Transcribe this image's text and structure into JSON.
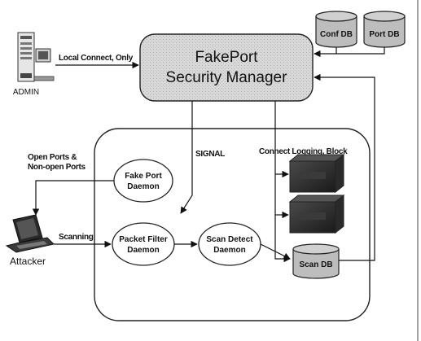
{
  "admin": {
    "label": "ADMIN"
  },
  "attacker": {
    "label": "Attacker"
  },
  "manager": {
    "line1": "FakePort",
    "line2": "Security Manager"
  },
  "databases": {
    "conf": "Conf DB",
    "port": "Port DB",
    "scan": "Scan DB"
  },
  "daemons": {
    "fake_port": {
      "line1": "Fake Port",
      "line2": "Daemon"
    },
    "packet_filter": {
      "line1": "Packet Filter",
      "line2": "Daemon"
    },
    "scan_detect": {
      "line1": "Scan Detect",
      "line2": "Daemon"
    }
  },
  "flows": {
    "local_connect": "Local Connect, Only",
    "signal": "SIGNAL",
    "connect_logging": "Connect Logging, Block",
    "open_ports_1": "Open Ports &",
    "open_ports_2": "Non-open Ports",
    "scanning": "Scanning"
  },
  "icons": {
    "admin": "server-computer-icon",
    "attacker": "laptop-icon",
    "blocks": "dark-cube-icon"
  }
}
